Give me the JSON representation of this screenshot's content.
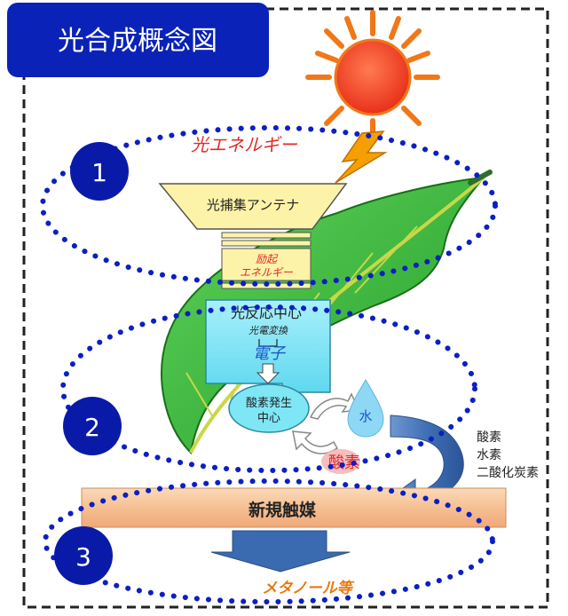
{
  "title": "光合成概念図",
  "stage1": {
    "number": "1",
    "energy_label": "光エネルギー",
    "antenna_label": "光捕集アンテナ",
    "excited_label_line1": "励起",
    "excited_label_line2": "エネルギー"
  },
  "stage2": {
    "number": "2",
    "reaction_center_label": "光反応中心",
    "conversion_label": "光電変換",
    "electron_label": "電子",
    "oxygen_center_line1": "酸素発生",
    "oxygen_center_line2": "中心",
    "water_label": "水",
    "oxygen_label": "酸素"
  },
  "side_list": [
    "酸素",
    "水素",
    "二酸化炭素"
  ],
  "stage3": {
    "number": "3",
    "catalyst_label": "新規触媒",
    "product_label": "メタノール等"
  },
  "colors": {
    "title_bg": "#0a22b8",
    "circle_fill": "#0a1aa8",
    "dots": "#0b1fc4",
    "sun": "#f04020",
    "sun_rays": "#f07818",
    "lightning": "#f5a000",
    "leaf": "#3cbf3c",
    "antenna": "#fdf3a8",
    "reaction_center": "#7fe6f5",
    "catalyst_bar": "#f6c49a",
    "arrow": "#3a68a8",
    "product_text": "#e87810",
    "energy_text": "#e02a2a"
  },
  "icons": [
    "sun-icon",
    "lightning-icon",
    "leaf-icon",
    "water-drop-icon"
  ]
}
